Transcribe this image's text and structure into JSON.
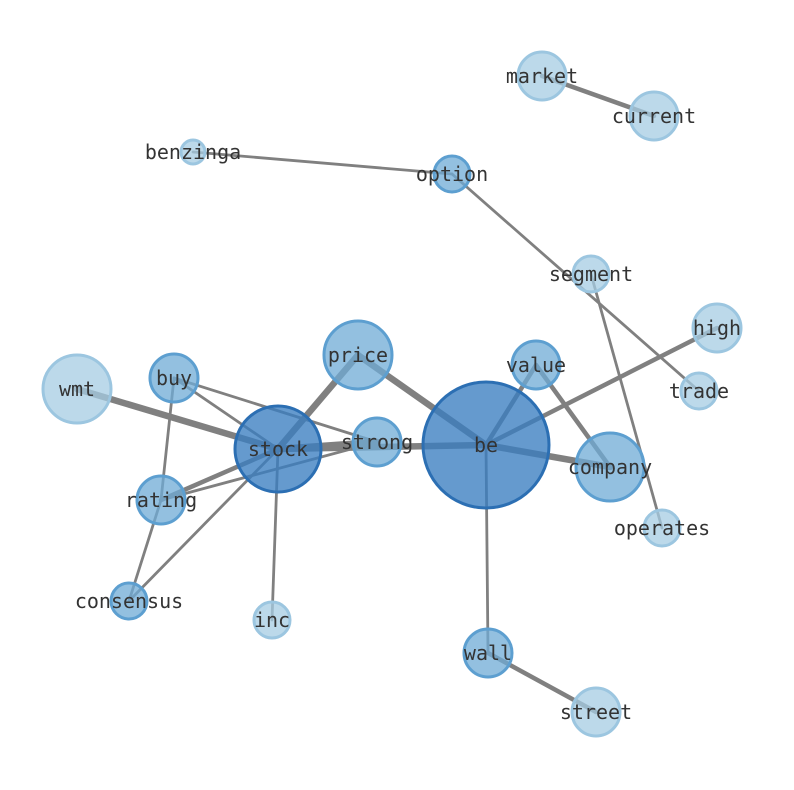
{
  "nodes": [
    {
      "id": "market",
      "label": "market",
      "size": "md",
      "shade": "light"
    },
    {
      "id": "current",
      "label": "current",
      "size": "md",
      "shade": "light"
    },
    {
      "id": "benzinga",
      "label": "benzinga",
      "size": "xs",
      "shade": "light"
    },
    {
      "id": "option",
      "label": "option",
      "size": "sm",
      "shade": "mid"
    },
    {
      "id": "segment",
      "label": "segment",
      "size": "sm",
      "shade": "light"
    },
    {
      "id": "high",
      "label": "high",
      "size": "md",
      "shade": "light"
    },
    {
      "id": "trade",
      "label": "trade",
      "size": "sm",
      "shade": "light"
    },
    {
      "id": "price",
      "label": "price",
      "size": "lg",
      "shade": "mid"
    },
    {
      "id": "value",
      "label": "value",
      "size": "md",
      "shade": "mid"
    },
    {
      "id": "wmt",
      "label": "wmt",
      "size": "lg",
      "shade": "light"
    },
    {
      "id": "buy",
      "label": "buy",
      "size": "md",
      "shade": "mid"
    },
    {
      "id": "strong",
      "label": "strong",
      "size": "md",
      "shade": "mid"
    },
    {
      "id": "stock",
      "label": "stock",
      "size": "xl",
      "shade": "dark"
    },
    {
      "id": "be",
      "label": "be",
      "size": "xxl",
      "shade": "dark"
    },
    {
      "id": "company",
      "label": "company",
      "size": "lg",
      "shade": "mid"
    },
    {
      "id": "rating",
      "label": "rating",
      "size": "md",
      "shade": "mid"
    },
    {
      "id": "operates",
      "label": "operates",
      "size": "sm",
      "shade": "light"
    },
    {
      "id": "consensus",
      "label": "consensus",
      "size": "sm",
      "shade": "mid"
    },
    {
      "id": "inc",
      "label": "inc",
      "size": "sm",
      "shade": "light"
    },
    {
      "id": "wall",
      "label": "wall",
      "size": "md",
      "shade": "mid"
    },
    {
      "id": "street",
      "label": "street",
      "size": "md",
      "shade": "light"
    }
  ],
  "edges": [
    {
      "source": "market",
      "target": "current",
      "weight": "heavy"
    },
    {
      "source": "benzinga",
      "target": "option",
      "weight": "normal"
    },
    {
      "source": "option",
      "target": "trade",
      "weight": "normal"
    },
    {
      "source": "segment",
      "target": "operates",
      "weight": "normal"
    },
    {
      "source": "high",
      "target": "be",
      "weight": "heavy"
    },
    {
      "source": "price",
      "target": "stock",
      "weight": "bold"
    },
    {
      "source": "price",
      "target": "be",
      "weight": "bold"
    },
    {
      "source": "value",
      "target": "be",
      "weight": "heavy"
    },
    {
      "source": "value",
      "target": "company",
      "weight": "heavy"
    },
    {
      "source": "wmt",
      "target": "stock",
      "weight": "bold"
    },
    {
      "source": "buy",
      "target": "stock",
      "weight": "normal"
    },
    {
      "source": "buy",
      "target": "strong",
      "weight": "normal"
    },
    {
      "source": "buy",
      "target": "rating",
      "weight": "normal"
    },
    {
      "source": "strong",
      "target": "stock",
      "weight": "bold"
    },
    {
      "source": "strong",
      "target": "rating",
      "weight": "normal"
    },
    {
      "source": "stock",
      "target": "be",
      "weight": "bold"
    },
    {
      "source": "stock",
      "target": "rating",
      "weight": "heavy"
    },
    {
      "source": "stock",
      "target": "consensus",
      "weight": "normal"
    },
    {
      "source": "stock",
      "target": "inc",
      "weight": "normal"
    },
    {
      "source": "be",
      "target": "company",
      "weight": "bold"
    },
    {
      "source": "be",
      "target": "wall",
      "weight": "normal"
    },
    {
      "source": "rating",
      "target": "consensus",
      "weight": "normal"
    },
    {
      "source": "wall",
      "target": "street",
      "weight": "heavy"
    }
  ],
  "colors": {
    "edge": "#808080",
    "label": "#333333",
    "light_fill": "#a6cce3",
    "light_stroke": "#9cc6e0",
    "mid_fill": "#6fabd6",
    "mid_stroke": "#5d9fd0",
    "dark_fill": "#3a7dc0",
    "dark_stroke": "#2c6fb3"
  }
}
